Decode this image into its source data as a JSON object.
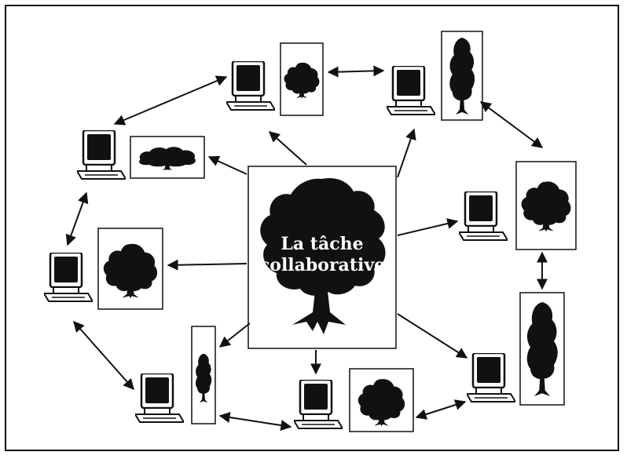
{
  "diagram": {
    "center_label_line1": "La tâche",
    "center_label_line2": "collaborative",
    "colors": {
      "ink": "#111111",
      "paper": "#ffffff"
    },
    "nodes": [
      {
        "id": "node-top-left",
        "icon": "computer-icon",
        "tree": "tree-icon"
      },
      {
        "id": "node-top-right",
        "icon": "computer-icon",
        "tree": "tree-icon"
      },
      {
        "id": "node-left-upper",
        "icon": "computer-icon",
        "tree": "tree-icon"
      },
      {
        "id": "node-right-upper",
        "icon": "computer-icon",
        "tree": "tree-icon"
      },
      {
        "id": "node-left-middle",
        "icon": "computer-icon",
        "tree": "tree-icon"
      },
      {
        "id": "node-right-lower",
        "icon": "computer-icon",
        "tree": "tree-icon"
      },
      {
        "id": "node-bottom-left",
        "icon": "computer-icon",
        "tree": "tree-icon"
      },
      {
        "id": "node-bottom-center",
        "icon": "computer-icon",
        "tree": "tree-icon"
      }
    ]
  }
}
